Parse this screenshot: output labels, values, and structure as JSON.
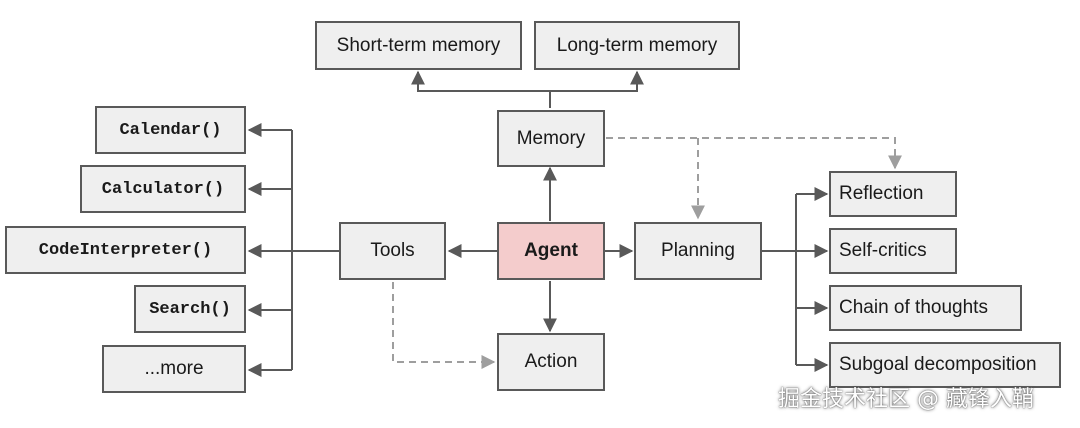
{
  "nodes": {
    "agent": "Agent",
    "memory": "Memory",
    "short_term_memory": "Short-term memory",
    "long_term_memory": "Long-term memory",
    "planning": "Planning",
    "reflection": "Reflection",
    "self_critics": "Self-critics",
    "chain_of_thoughts": "Chain of thoughts",
    "subgoal_decomposition": "Subgoal decomposition",
    "action": "Action",
    "tools": "Tools",
    "calendar": "Calendar()",
    "calculator": "Calculator()",
    "code_interpreter": "CodeInterpreter()",
    "search": "Search()",
    "more": "...more"
  },
  "colors": {
    "agent_fill": "#f4cccc",
    "node_fill": "#efefef",
    "solid_edge": "#595959",
    "dashed_edge": "#9e9e9e"
  },
  "watermark": "掘金技术社区 @ 藏锋入鞘"
}
